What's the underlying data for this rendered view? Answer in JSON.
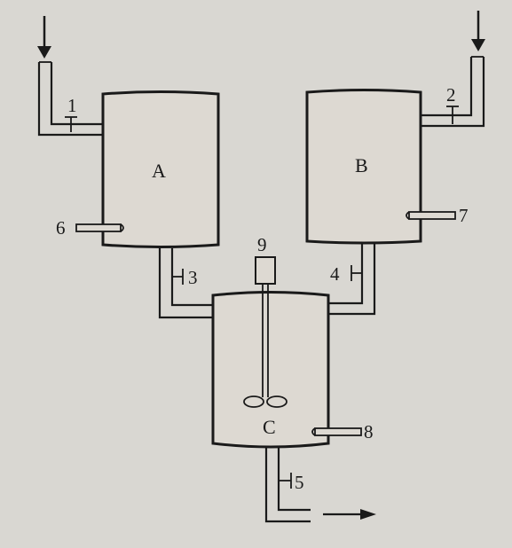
{
  "tanks": {
    "a": {
      "label": "A"
    },
    "b": {
      "label": "B"
    },
    "c": {
      "label": "C"
    }
  },
  "valves": {
    "v1": "1",
    "v2": "2",
    "v3": "3",
    "v4": "4",
    "v5": "5"
  },
  "sensors": {
    "s6": "6",
    "s7": "7",
    "s8": "8"
  },
  "motor": {
    "label": "9"
  },
  "icons": {
    "inlet_a": "arrow-down-icon",
    "inlet_b": "arrow-down-icon",
    "outlet": "arrow-right-icon"
  }
}
